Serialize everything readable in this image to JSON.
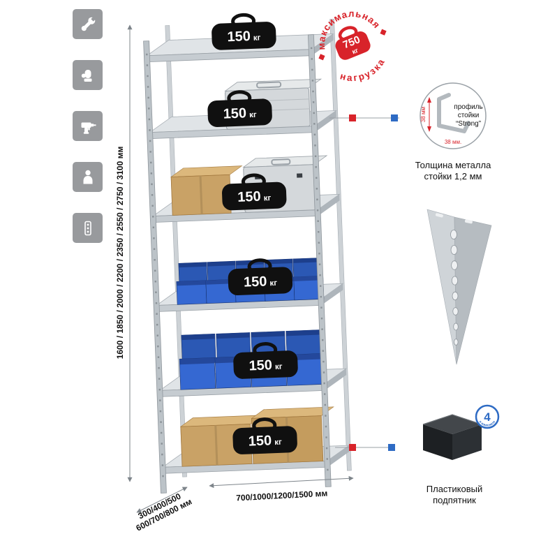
{
  "page": {
    "background": "#ffffff"
  },
  "colors": {
    "accent_red": "#d8232a",
    "accent_blue": "#2e6bc4",
    "metal_gray": "#c3c9ce",
    "bin_blue": "#2e63c8"
  },
  "left_toolbar": {
    "icons": [
      {
        "name": "wrench-icon"
      },
      {
        "name": "gloves-icon"
      },
      {
        "name": "drill-icon"
      },
      {
        "name": "person-icon"
      },
      {
        "name": "perforated-profile-icon"
      }
    ]
  },
  "dimensions": {
    "height_label": "1600 / 1850 / 2000 / 2200 / 2350 / 2550 / 2750 / 3100 мм",
    "depth_label_line1": "300/400/500",
    "depth_label_line2": "600/700/800 мм",
    "width_label": "700/1000/1200/1500 мм"
  },
  "shelves": [
    {
      "load": "150",
      "unit": "кг"
    },
    {
      "load": "150",
      "unit": "кг"
    },
    {
      "load": "150",
      "unit": "кг"
    },
    {
      "load": "150",
      "unit": "кг"
    },
    {
      "load": "150",
      "unit": "кг"
    },
    {
      "load": "150",
      "unit": "кг"
    }
  ],
  "max_load_stamp": {
    "arc_top": "максимальная",
    "arc_bottom": "нагрузка",
    "value": "750",
    "unit": "кг"
  },
  "profile_detail": {
    "label_line1": "профиль",
    "label_line2": "стойки",
    "label_line3": "“Strong”",
    "dim_vertical": "38 мм",
    "dim_horizontal": "38 мм.",
    "caption_line1": "Толщина металла",
    "caption_line2": "стойки 1,2 мм"
  },
  "plastic_foot": {
    "badge_value": "4",
    "badge_caption": "в комплекте",
    "caption_line1": "Пластиковый",
    "caption_line2": "подпятник"
  }
}
